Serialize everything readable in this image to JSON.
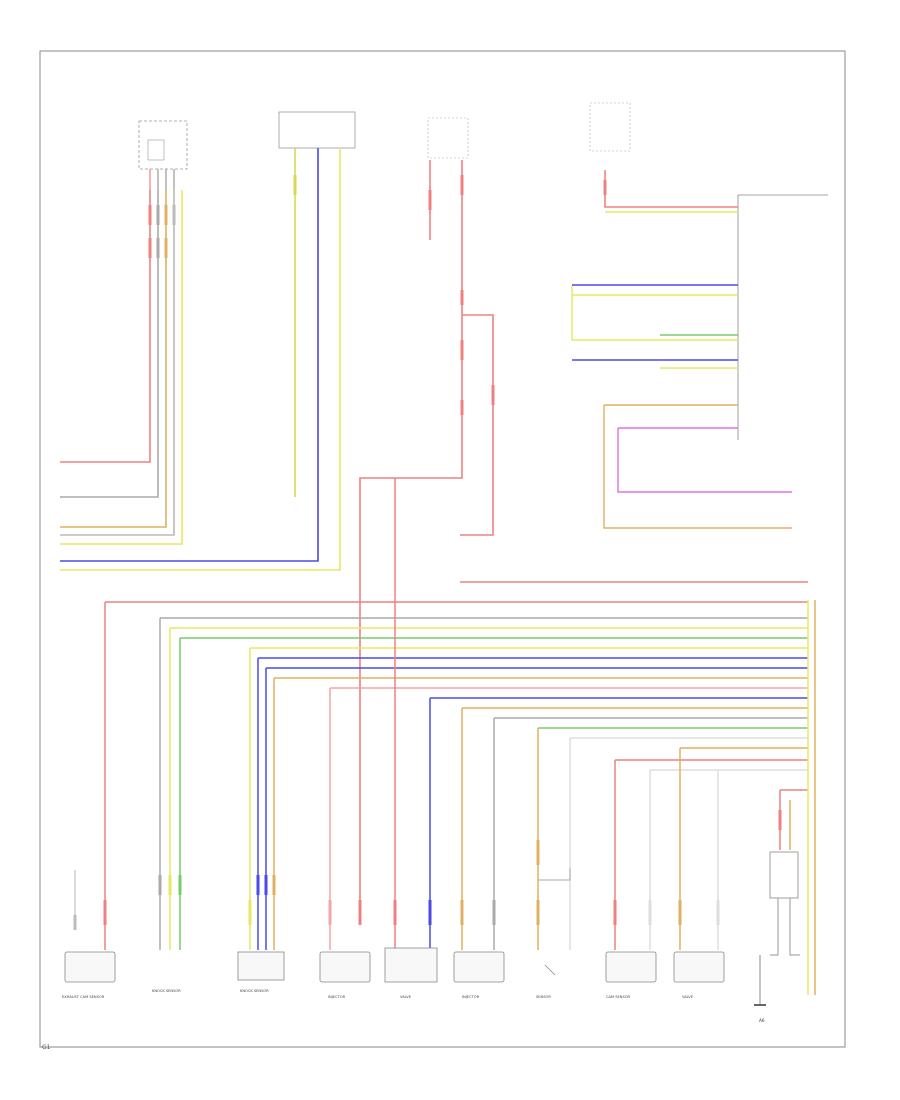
{
  "diagram": {
    "connectors": [
      {
        "name": "A6",
        "label": "A6"
      }
    ],
    "blocks": [
      {
        "id": "exhaust-cam-sensor",
        "label": "EXHAUST CAM SENSOR"
      },
      {
        "id": "knock-sensor-1",
        "label": "KNOCK SENSOR"
      },
      {
        "id": "knock-sensor-2",
        "label": "KNOCK SENSOR"
      },
      {
        "id": "fuel-injector-1",
        "label": "INJECTOR"
      },
      {
        "id": "fuel-injector-2",
        "label": "INJECTOR"
      },
      {
        "id": "intake-valve",
        "label": "VALVE"
      },
      {
        "id": "oxygen-sensor",
        "label": "SENSOR"
      },
      {
        "id": "intake-cam-sensor",
        "label": "CAM SENSOR"
      },
      {
        "id": "oil-pressure-valve",
        "label": "VALVE"
      }
    ],
    "ground_label": "G1"
  },
  "colors": {
    "red": "#f08080",
    "pink": "#f4a6a6",
    "blue": "#4a4ae8",
    "yellow": "#e8e860",
    "green": "#7acb6a",
    "orange": "#e0b060",
    "violet": "#e070e0",
    "gray": "#9a9a9a",
    "frame": "#888888"
  }
}
